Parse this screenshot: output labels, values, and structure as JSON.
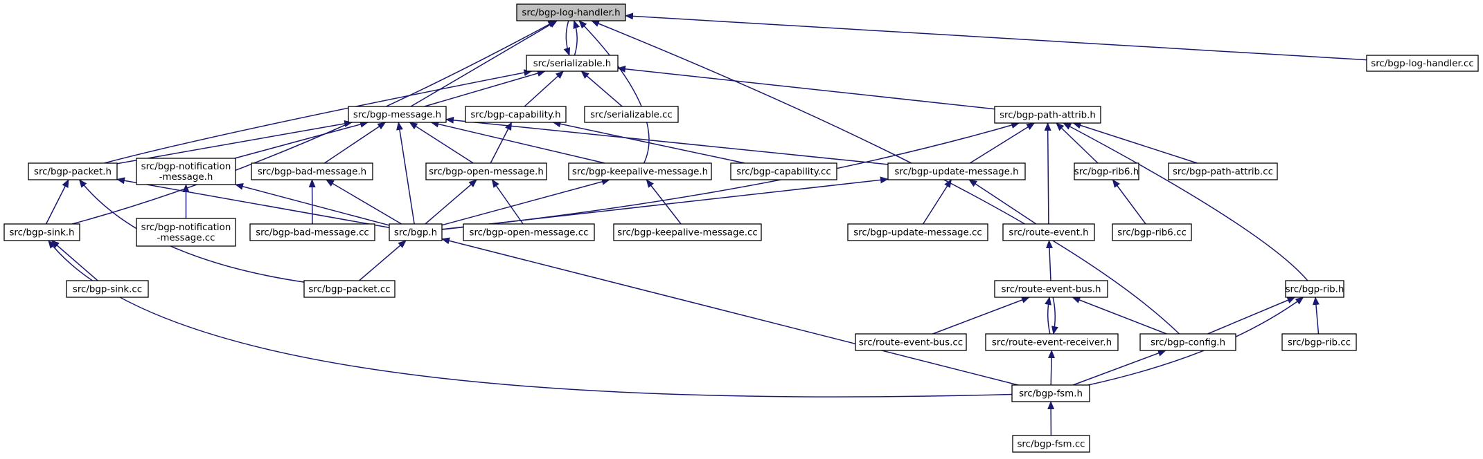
{
  "colors": {
    "edge": "#191970",
    "root_fill": "#bfbfbf",
    "node_fill": "#ffffff",
    "node_stroke": "#000000"
  },
  "nodes": [
    {
      "id": "log_h",
      "lines": [
        "src/bgp-log-handler.h"
      ],
      "root": true
    },
    {
      "id": "ser_h",
      "lines": [
        "src/serializable.h"
      ]
    },
    {
      "id": "log_cc",
      "lines": [
        "src/bgp-log-handler.cc"
      ]
    },
    {
      "id": "msg_h",
      "lines": [
        "src/bgp-message.h"
      ]
    },
    {
      "id": "cap_h",
      "lines": [
        "src/bgp-capability.h"
      ]
    },
    {
      "id": "ser_cc",
      "lines": [
        "src/serializable.cc"
      ]
    },
    {
      "id": "pa_h",
      "lines": [
        "src/bgp-path-attrib.h"
      ]
    },
    {
      "id": "pkt_h",
      "lines": [
        "src/bgp-packet.h"
      ]
    },
    {
      "id": "notif_h",
      "lines": [
        "src/bgp-notification",
        "-message.h"
      ]
    },
    {
      "id": "bad_h",
      "lines": [
        "src/bgp-bad-message.h"
      ]
    },
    {
      "id": "open_h",
      "lines": [
        "src/bgp-open-message.h"
      ]
    },
    {
      "id": "ka_h",
      "lines": [
        "src/bgp-keepalive-message.h"
      ]
    },
    {
      "id": "cap_cc",
      "lines": [
        "src/bgp-capability.cc"
      ]
    },
    {
      "id": "upd_h",
      "lines": [
        "src/bgp-update-message.h"
      ]
    },
    {
      "id": "rib6_h",
      "lines": [
        "src/bgp-rib6.h"
      ]
    },
    {
      "id": "pa_cc",
      "lines": [
        "src/bgp-path-attrib.cc"
      ]
    },
    {
      "id": "sink_h",
      "lines": [
        "src/bgp-sink.h"
      ]
    },
    {
      "id": "notif_cc",
      "lines": [
        "src/bgp-notification",
        "-message.cc"
      ]
    },
    {
      "id": "bad_cc",
      "lines": [
        "src/bgp-bad-message.cc"
      ]
    },
    {
      "id": "bgp_h",
      "lines": [
        "src/bgp.h"
      ]
    },
    {
      "id": "open_cc",
      "lines": [
        "src/bgp-open-message.cc"
      ]
    },
    {
      "id": "ka_cc",
      "lines": [
        "src/bgp-keepalive-message.cc"
      ]
    },
    {
      "id": "upd_cc",
      "lines": [
        "src/bgp-update-message.cc"
      ]
    },
    {
      "id": "re_h",
      "lines": [
        "src/route-event.h"
      ]
    },
    {
      "id": "rib6_cc",
      "lines": [
        "src/bgp-rib6.cc"
      ]
    },
    {
      "id": "sink_cc",
      "lines": [
        "src/bgp-sink.cc"
      ]
    },
    {
      "id": "pkt_cc",
      "lines": [
        "src/bgp-packet.cc"
      ]
    },
    {
      "id": "reb_h",
      "lines": [
        "src/route-event-bus.h"
      ]
    },
    {
      "id": "rib_h",
      "lines": [
        "src/bgp-rib.h"
      ]
    },
    {
      "id": "reb_cc",
      "lines": [
        "src/route-event-bus.cc"
      ]
    },
    {
      "id": "rer_h",
      "lines": [
        "src/route-event-receiver.h"
      ]
    },
    {
      "id": "cfg_h",
      "lines": [
        "src/bgp-config.h"
      ]
    },
    {
      "id": "rib_cc",
      "lines": [
        "src/bgp-rib.cc"
      ]
    },
    {
      "id": "fsm_h",
      "lines": [
        "src/bgp-fsm.h"
      ]
    },
    {
      "id": "fsm_cc",
      "lines": [
        "src/bgp-fsm.cc"
      ]
    }
  ],
  "edges": [
    {
      "from": "ser_h",
      "to": "log_h"
    },
    {
      "from": "log_h",
      "to": "ser_h"
    },
    {
      "from": "log_cc",
      "to": "log_h"
    },
    {
      "from": "msg_h",
      "to": "log_h"
    },
    {
      "from": "ka_h",
      "to": "log_h"
    },
    {
      "from": "sink_h",
      "to": "log_h"
    },
    {
      "from": "cfg_h",
      "to": "log_h"
    },
    {
      "from": "msg_h",
      "to": "ser_h"
    },
    {
      "from": "cap_h",
      "to": "ser_h"
    },
    {
      "from": "ser_cc",
      "to": "ser_h"
    },
    {
      "from": "pa_h",
      "to": "ser_h"
    },
    {
      "from": "pkt_h",
      "to": "ser_h"
    },
    {
      "from": "pkt_h",
      "to": "msg_h"
    },
    {
      "from": "notif_h",
      "to": "msg_h"
    },
    {
      "from": "bad_h",
      "to": "msg_h"
    },
    {
      "from": "open_h",
      "to": "msg_h"
    },
    {
      "from": "ka_h",
      "to": "msg_h"
    },
    {
      "from": "upd_h",
      "to": "msg_h"
    },
    {
      "from": "bgp_h",
      "to": "msg_h"
    },
    {
      "from": "open_h",
      "to": "cap_h"
    },
    {
      "from": "cap_cc",
      "to": "cap_h"
    },
    {
      "from": "upd_h",
      "to": "pa_h"
    },
    {
      "from": "rib6_h",
      "to": "pa_h"
    },
    {
      "from": "pa_cc",
      "to": "pa_h"
    },
    {
      "from": "re_h",
      "to": "pa_h"
    },
    {
      "from": "bgp_h",
      "to": "pa_h"
    },
    {
      "from": "rib_h",
      "to": "pa_h"
    },
    {
      "from": "sink_h",
      "to": "pkt_h"
    },
    {
      "from": "bgp_h",
      "to": "pkt_h"
    },
    {
      "from": "pkt_cc",
      "to": "pkt_h"
    },
    {
      "from": "notif_cc",
      "to": "notif_h"
    },
    {
      "from": "bgp_h",
      "to": "notif_h"
    },
    {
      "from": "bad_cc",
      "to": "bad_h"
    },
    {
      "from": "bgp_h",
      "to": "bad_h"
    },
    {
      "from": "bgp_h",
      "to": "open_h"
    },
    {
      "from": "open_cc",
      "to": "open_h"
    },
    {
      "from": "bgp_h",
      "to": "ka_h"
    },
    {
      "from": "ka_cc",
      "to": "ka_h"
    },
    {
      "from": "bgp_h",
      "to": "upd_h"
    },
    {
      "from": "upd_cc",
      "to": "upd_h"
    },
    {
      "from": "re_h",
      "to": "upd_h"
    },
    {
      "from": "rib6_cc",
      "to": "rib6_h"
    },
    {
      "from": "sink_cc",
      "to": "sink_h"
    },
    {
      "from": "fsm_h",
      "to": "sink_h"
    },
    {
      "from": "pkt_cc",
      "to": "bgp_h"
    },
    {
      "from": "fsm_h",
      "to": "bgp_h"
    },
    {
      "from": "reb_h",
      "to": "re_h"
    },
    {
      "from": "reb_cc",
      "to": "reb_h"
    },
    {
      "from": "rer_h",
      "to": "reb_h"
    },
    {
      "from": "reb_h",
      "to": "rer_h"
    },
    {
      "from": "cfg_h",
      "to": "reb_h"
    },
    {
      "from": "cfg_h",
      "to": "rib_h"
    },
    {
      "from": "rib_cc",
      "to": "rib_h"
    },
    {
      "from": "fsm_h",
      "to": "rib_h"
    },
    {
      "from": "fsm_h",
      "to": "rer_h"
    },
    {
      "from": "fsm_h",
      "to": "cfg_h"
    },
    {
      "from": "fsm_cc",
      "to": "fsm_h"
    }
  ]
}
